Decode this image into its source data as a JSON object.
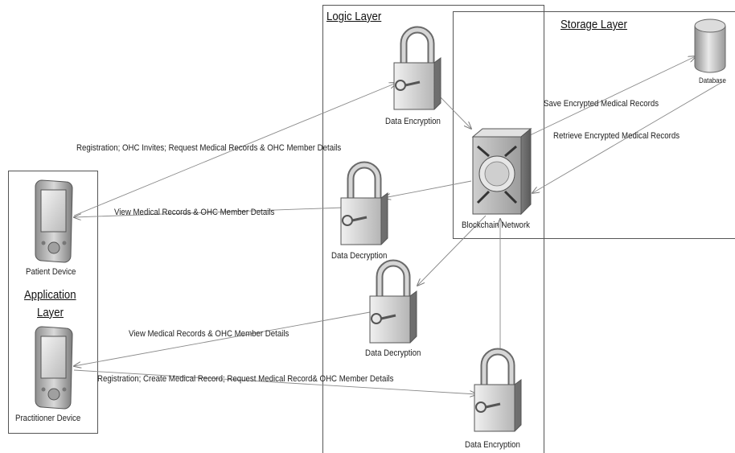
{
  "layers": {
    "logic": "Logic Layer",
    "storage": "Storage Layer",
    "application_line1": "Application",
    "application_line2": "Layer"
  },
  "nodes": {
    "database": "Database",
    "blockchain": "Blockchain Network",
    "patient_device": "Patient Device",
    "practitioner_device": "Practitioner Device",
    "encryption_top": "Data Encryption",
    "decryption_mid": "Data Decryption",
    "decryption_low": "Data Decryption",
    "encryption_bottom": "Data Encryption"
  },
  "edges": {
    "patient_registration": "Registration; OHC Invites; Request Medical Records & OHC Member Details",
    "patient_view": "View  Medical Records & OHC Member Details",
    "practitioner_view": "View  Medical Records & OHC Member Details",
    "practitioner_registration": "Registration; Create Medical Record; Request Medical Record& OHC Member Details",
    "save_records": "Save Encrypted Medical Records",
    "retrieve_records": "Retrieve Encrypted Medical Records"
  }
}
